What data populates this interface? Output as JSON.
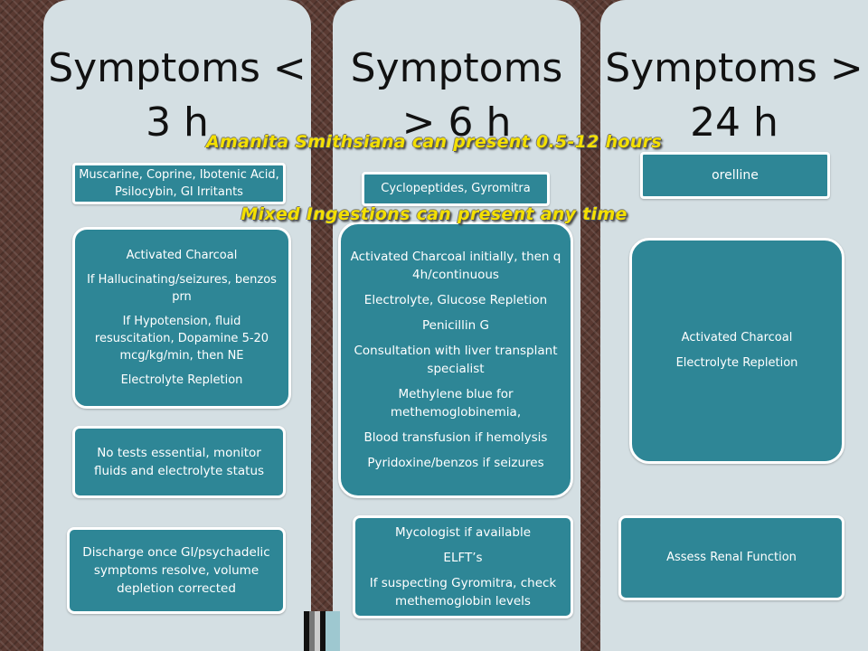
{
  "columns": [
    {
      "heading": "Symptoms < 3 h",
      "boxes": [
        {
          "lines": [
            "Muscarine, Coprine, Ibotenic Acid, Psilocybin, GI Irritants"
          ]
        },
        {
          "lines": [
            "Activated Charcoal",
            "If Hallucinating/seizures, benzos prn",
            "If Hypotension, fluid resuscitation, Dopamine 5-20 mcg/kg/min, then NE",
            "Electrolyte Repletion"
          ]
        },
        {
          "lines": [
            "No tests essential, monitor fluids and electrolyte status"
          ]
        },
        {
          "lines": [
            "Discharge once GI/psychadelic symptoms resolve, volume depletion corrected"
          ]
        }
      ]
    },
    {
      "heading": "Symptoms > 6 h",
      "boxes": [
        {
          "lines": [
            "Cyclopeptides, Gyromitra"
          ]
        },
        {
          "lines": [
            "Activated Charcoal initially, then q 4h/continuous",
            "Electrolyte, Glucose Repletion",
            "Penicillin G",
            "Consultation with liver transplant specialist",
            "Methylene blue for methemoglobinemia,",
            "Blood transfusion if hemolysis",
            "Pyridoxine/benzos if seizures"
          ]
        },
        {
          "lines": [
            "Mycologist if available",
            "ELFT’s",
            "If suspecting Gyromitra, check methemoglobin levels"
          ]
        }
      ]
    },
    {
      "heading": "Symptoms > 24 h",
      "boxes": [
        {
          "lines": [
            "orelline"
          ]
        },
        {
          "lines": [
            "Activated Charcoal",
            "Electrolyte Repletion"
          ]
        },
        {
          "lines": [
            "Assess Renal Function"
          ]
        }
      ]
    }
  ],
  "overlays": {
    "note1": "Amanita Smithsiana can present 0.5-12 hours",
    "note2": "Mixed Ingestions can present any time"
  },
  "colors": {
    "box_fill": "#2e8696",
    "column_fill": "#d4dfe3",
    "overlay_text": "#f4e000",
    "background": "#5a3a32"
  }
}
